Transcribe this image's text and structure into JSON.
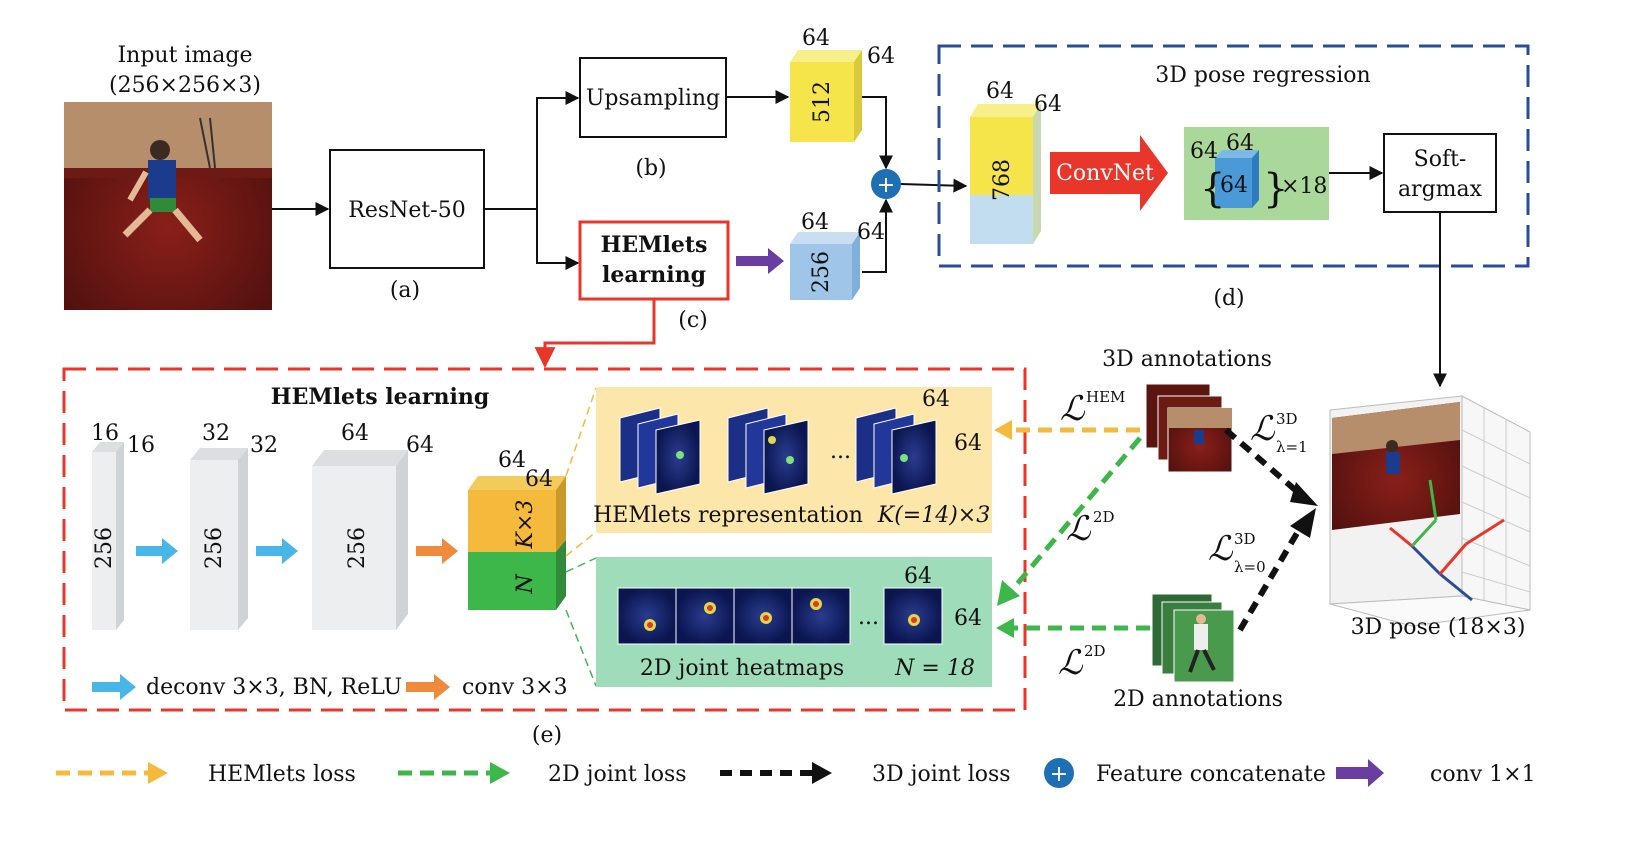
{
  "input": {
    "title": "Input image",
    "dims": "(256×256×3)"
  },
  "resnet": {
    "label": "ResNet-50",
    "tag": "(a)"
  },
  "upsampling": {
    "label": "Upsampling",
    "tag": "(b)"
  },
  "hemlets_block": {
    "line1": "HEMlets",
    "line2": "learning",
    "tag": "(c)"
  },
  "cube_upsample": {
    "d1": "64",
    "d2": "64",
    "c": "512"
  },
  "cube_hemlets": {
    "d1": "64",
    "d2": "64",
    "c": "256"
  },
  "regression": {
    "title": "3D pose regression",
    "tag": "(d)",
    "cube": {
      "d1": "64",
      "d2": "64",
      "c": "768"
    },
    "convnet": "ConvNet",
    "vol": {
      "d1": "64",
      "d2": "64",
      "c": "64",
      "rep": "×18"
    },
    "softargmax": {
      "line1": "Soft-",
      "line2": "argmax"
    }
  },
  "hemlets_detail": {
    "title": "HEMlets learning",
    "tag": "(e)",
    "blocks": [
      {
        "d1": "16",
        "d2": "16",
        "c": "256"
      },
      {
        "d1": "32",
        "d2": "32",
        "c": "256"
      },
      {
        "d1": "64",
        "d2": "64",
        "c": "256"
      }
    ],
    "out_cube": {
      "d1": "64",
      "d2": "64",
      "top": "K×3",
      "bottom": "N"
    },
    "legend_deconv": "deconv 3×3, BN, ReLU",
    "legend_conv": "conv 3×3"
  },
  "hem_panel": {
    "label": "HEMlets representation",
    "count": "K(=14)×3",
    "d1": "64",
    "d2": "64",
    "ellipsis": "..."
  },
  "heat_panel": {
    "label": "2D joint heatmaps",
    "count": "N = 18",
    "d1": "64",
    "d2": "64",
    "ellipsis": "..."
  },
  "annotations": {
    "a3d": "3D annotations",
    "a2d": "2D annotations",
    "pose": "3D pose (18×3)"
  },
  "losses": {
    "hem": {
      "sym": "ℒ",
      "sup": "HEM"
    },
    "l2d_top": {
      "sym": "ℒ",
      "sup": "2D"
    },
    "l2d_bottom": {
      "sym": "ℒ",
      "sup": "2D"
    },
    "l3d_1": {
      "sym": "ℒ",
      "sup": "3D",
      "sub": "λ=1"
    },
    "l3d_0": {
      "sym": "ℒ",
      "sup": "3D",
      "sub": "λ=0"
    }
  },
  "legend": {
    "hem_loss": "HEMlets loss",
    "joint2d_loss": "2D joint loss",
    "joint3d_loss": "3D joint loss",
    "concat": "Feature concatenate",
    "conv1x1": "conv 1×1",
    "plus": "+"
  },
  "colors": {
    "yellow": "#f5e44a",
    "blue_cube": "#9fc6e8",
    "red": "#e8362b",
    "navy": "#2a4d9a",
    "orange": "#f5b93c",
    "green": "#3db64a",
    "purple": "#6a3ea1",
    "cyan": "#49b6e8",
    "concat": "#1f6fb5"
  }
}
